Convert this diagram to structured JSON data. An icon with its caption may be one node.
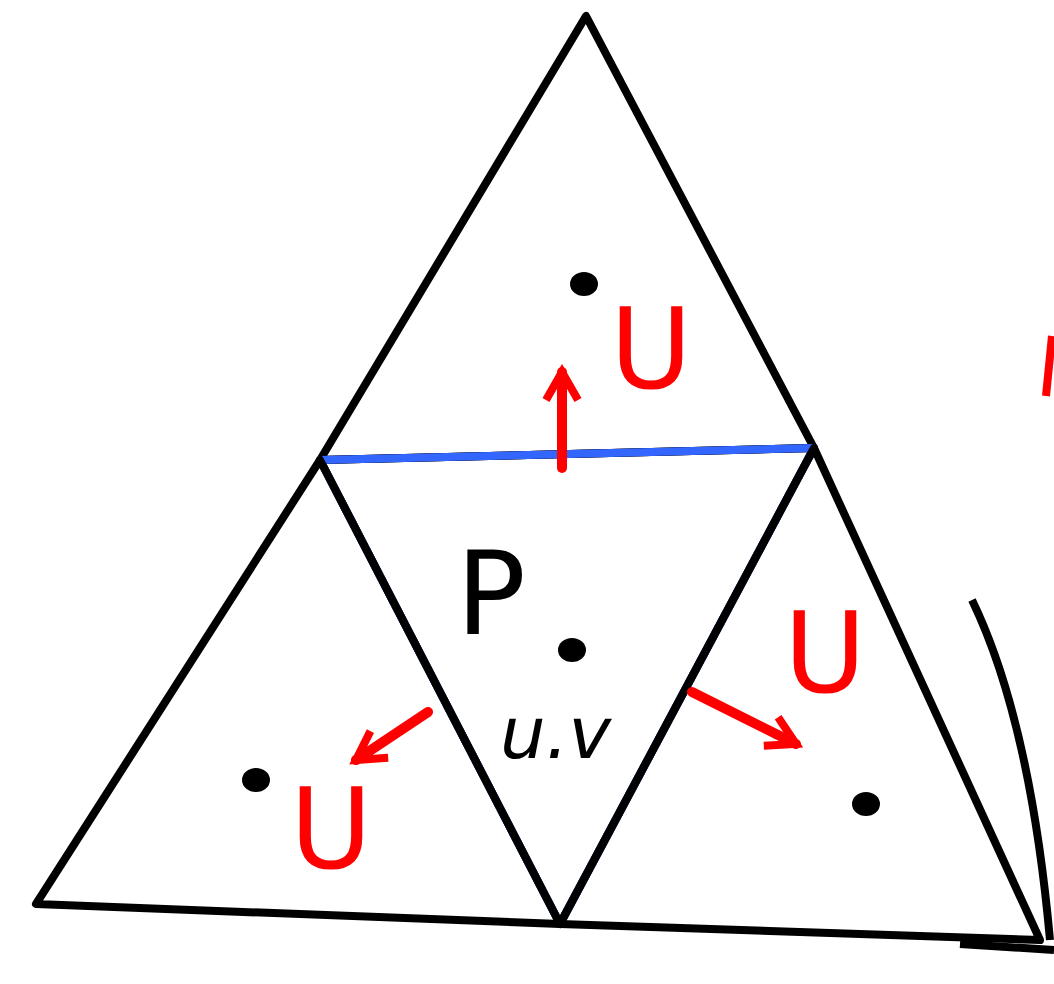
{
  "diagram": {
    "nodes": [
      {
        "text": [
          "U"
        ]
      },
      {
        "text": [
          "P",
          "u.v"
        ]
      },
      {
        "text": [
          "U"
        ]
      },
      {
        "text": [
          "U"
        ]
      }
    ],
    "edges": [
      {
        "from": 1,
        "to": 0,
        "arrow": "to"
      },
      {
        "from": 1,
        "to": 2,
        "arrow": "to"
      },
      {
        "from": 1,
        "to": 3,
        "arrow": "to"
      }
    ]
  }
}
